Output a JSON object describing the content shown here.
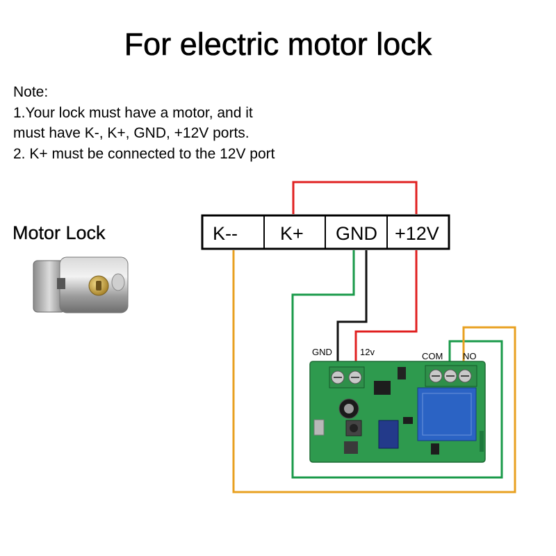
{
  "title": "For electric motor lock",
  "note": {
    "heading": "Note:",
    "lines": [
      "1.Your lock must have a motor, and it",
      "must have K-, K+, GND, +12V ports.",
      "2. K+ must be connected to the 12V port"
    ]
  },
  "lock_label": "Motor Lock",
  "terminals": [
    "K--",
    "K+",
    "GND",
    "+12V"
  ],
  "board_pins": {
    "gnd": "GND",
    "v12": "12v",
    "com": "COM",
    "no": "NO"
  },
  "colors": {
    "red": "#e02020",
    "black": "#111111",
    "green": "#1a9a4a",
    "orange": "#e8a020",
    "board": "#2e9a4e"
  },
  "icons": {
    "lock": "motor-lock-icon",
    "relay_board": "relay-board-icon"
  }
}
